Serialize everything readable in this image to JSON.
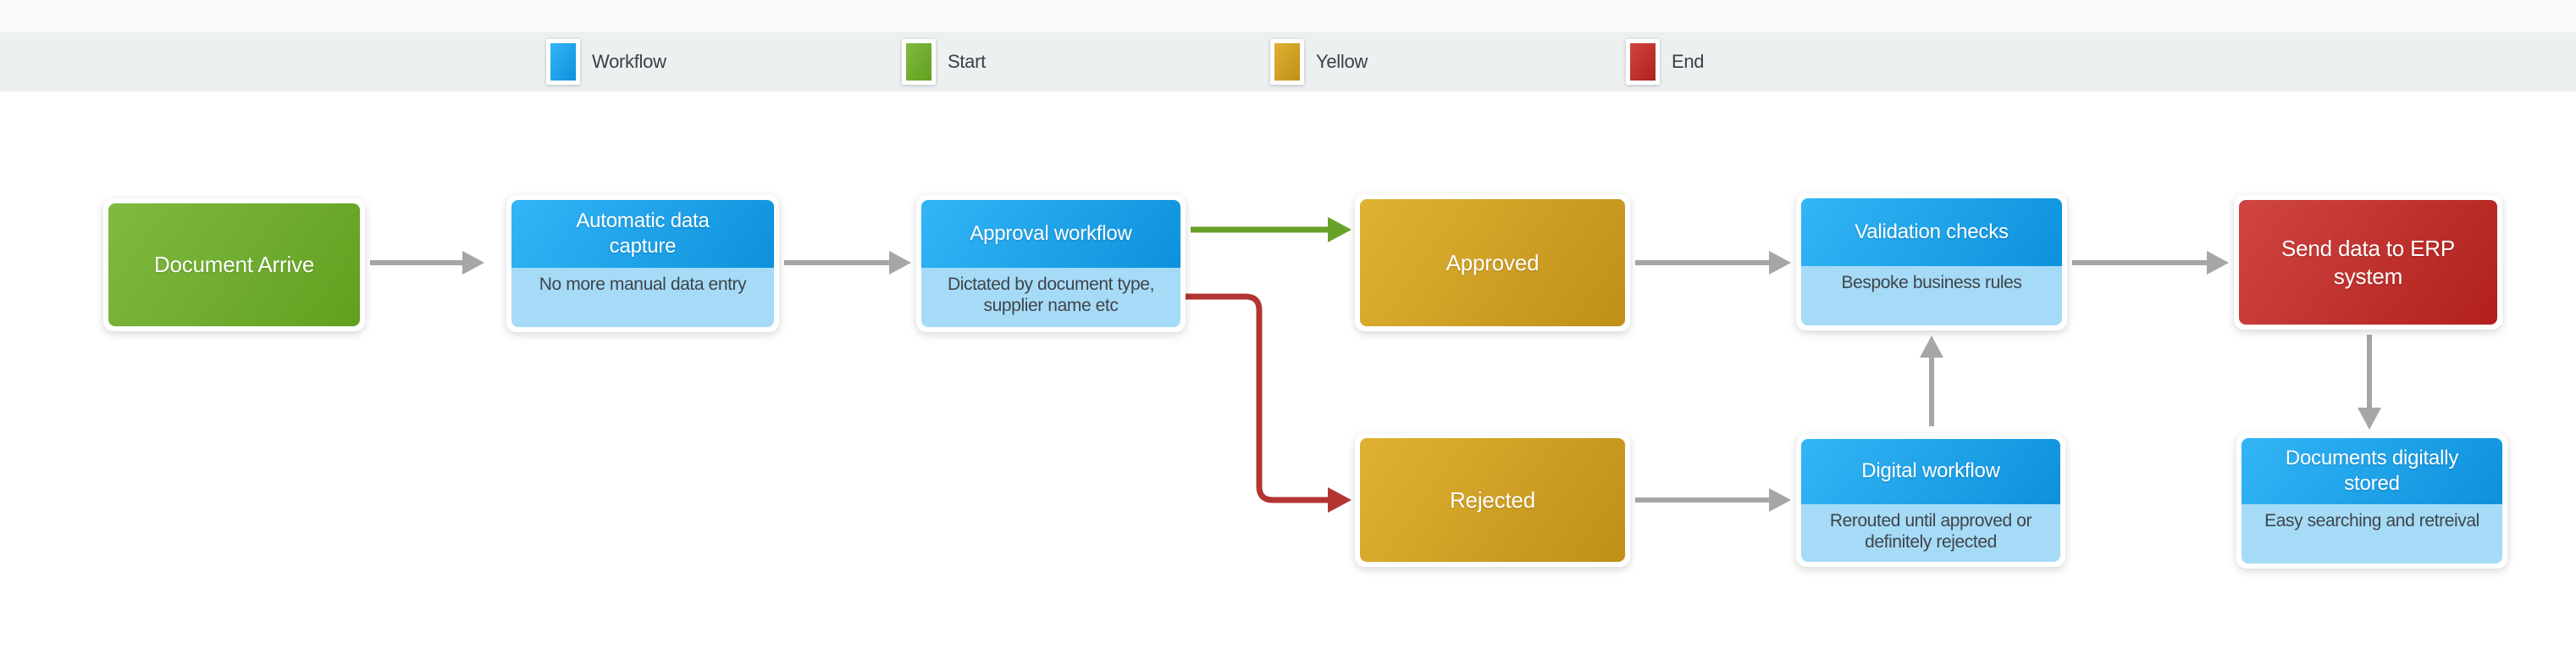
{
  "legend": {
    "items": [
      {
        "label": "Workflow",
        "swatch": "workflow-blue"
      },
      {
        "label": "Start",
        "swatch": "start-green"
      },
      {
        "label": "Yellow",
        "swatch": "yellow"
      },
      {
        "label": "End",
        "swatch": "end-red"
      }
    ]
  },
  "nodes": {
    "document_arrive": {
      "title": "Document Arrive"
    },
    "auto_capture": {
      "title": "Automatic data capture",
      "subtitle": "No more manual data entry"
    },
    "approval_workflow": {
      "title": "Approval workflow",
      "subtitle": "Dictated by document type, supplier name etc"
    },
    "approved": {
      "title": "Approved"
    },
    "validation_checks": {
      "title": "Validation checks",
      "subtitle": "Bespoke business rules"
    },
    "send_erp": {
      "title": "Send data to ERP system"
    },
    "rejected": {
      "title": "Rejected"
    },
    "digital_workflow": {
      "title": "Digital workflow",
      "subtitle": "Rerouted until approved or definitely rejected"
    },
    "docs_stored": {
      "title": "Documents digitally stored",
      "subtitle": "Easy searching and retreival"
    }
  },
  "colors": {
    "workflow_blue_top": "#33b5f6",
    "workflow_blue_bottom": "#0d91dc",
    "body_blue": "#a6dbf8",
    "start_green_top": "#80ba41",
    "start_green_bottom": "#61a01f",
    "yellow_top": "#dfb233",
    "yellow_bottom": "#c08f17",
    "end_red_top": "#d04541",
    "end_red_bottom": "#b1201d",
    "arrow_gray": "#a6a6a6",
    "arrow_green": "#68a228",
    "arrow_red": "#b23532",
    "band_bg": "#ecf0f1",
    "strip_bg": "#fafafa",
    "text_dark": "#3f4548",
    "legend_text": "#3c4043"
  }
}
